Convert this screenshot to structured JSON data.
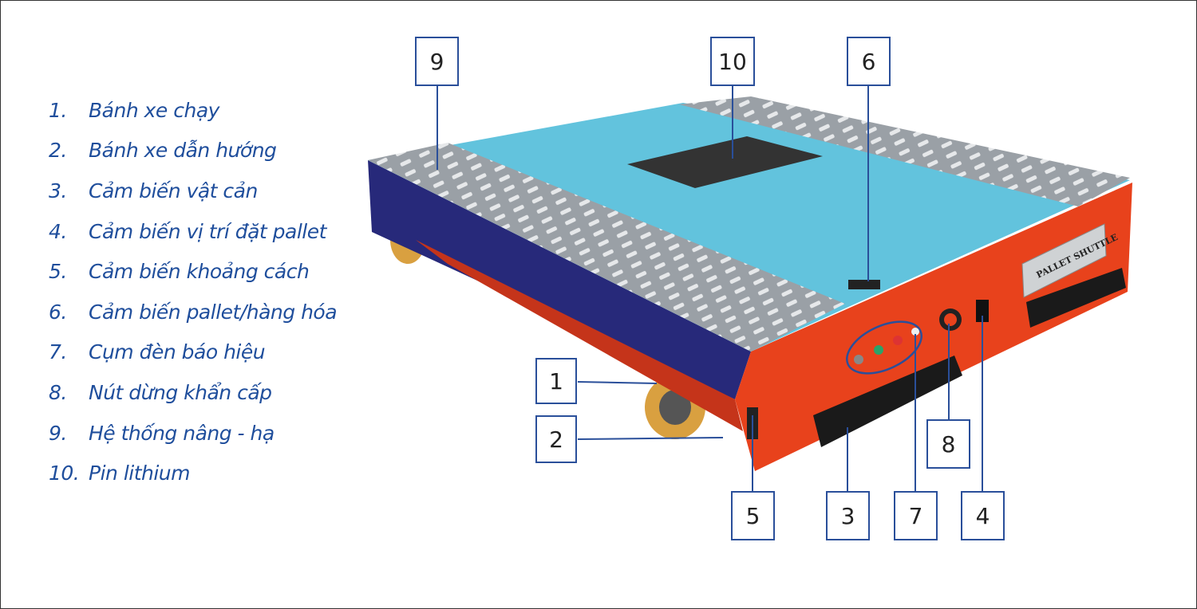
{
  "legend": [
    {
      "num": "1.",
      "label": "Bánh xe chạy"
    },
    {
      "num": "2.",
      "label": "Bánh xe dẫn hướng"
    },
    {
      "num": "3.",
      "label": "Cảm biến vật cản"
    },
    {
      "num": "4.",
      "label": "Cảm biến vị trí đặt pallet"
    },
    {
      "num": "5.",
      "label": "Cảm biến khoảng cách"
    },
    {
      "num": "6.",
      "label": "Cảm biến pallet/hàng hóa"
    },
    {
      "num": "7.",
      "label": "Cụm đèn báo hiệu"
    },
    {
      "num": "8.",
      "label": "Nút dừng khẩn cấp"
    },
    {
      "num": "9.",
      "label": "Hệ thống nâng - hạ"
    },
    {
      "num": "10.",
      "label": "Pin lithium"
    }
  ],
  "callouts": [
    "1",
    "2",
    "3",
    "4",
    "5",
    "6",
    "7",
    "8",
    "9",
    "10"
  ],
  "nameplate": "PALLET SHUTTLE",
  "colors": {
    "text": "#1f4e9c",
    "body": "#e8421c",
    "top": "#62c3dd",
    "side": "#27297a"
  }
}
